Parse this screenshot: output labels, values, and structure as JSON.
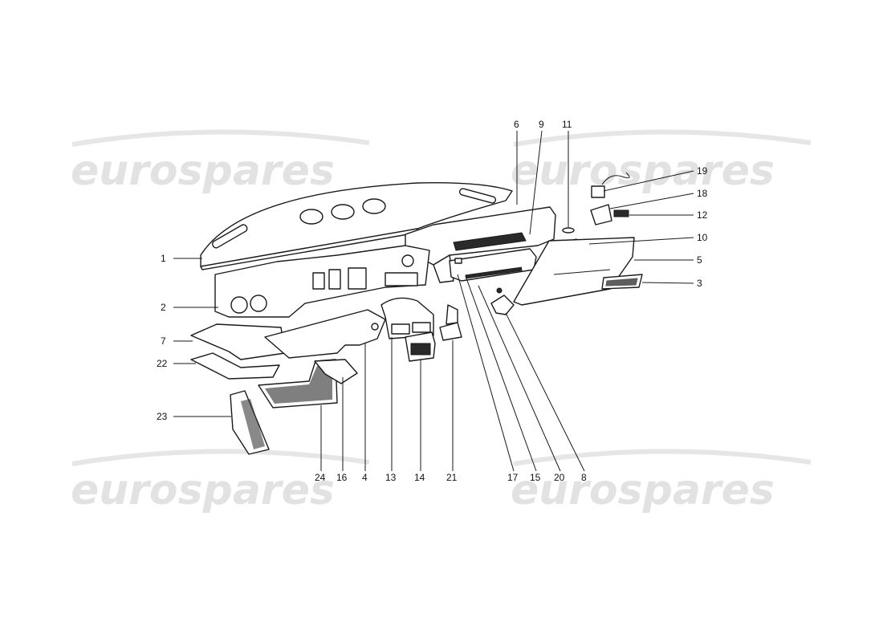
{
  "watermark": {
    "text": "eurospares",
    "color": "#d9d9d9"
  },
  "part_labels": [
    "1",
    "2",
    "3",
    "4",
    "5",
    "6",
    "7",
    "8",
    "9",
    "10",
    "11",
    "12",
    "13",
    "14",
    "15",
    "16",
    "17",
    "18",
    "19",
    "20",
    "21",
    "22",
    "23",
    "24"
  ]
}
